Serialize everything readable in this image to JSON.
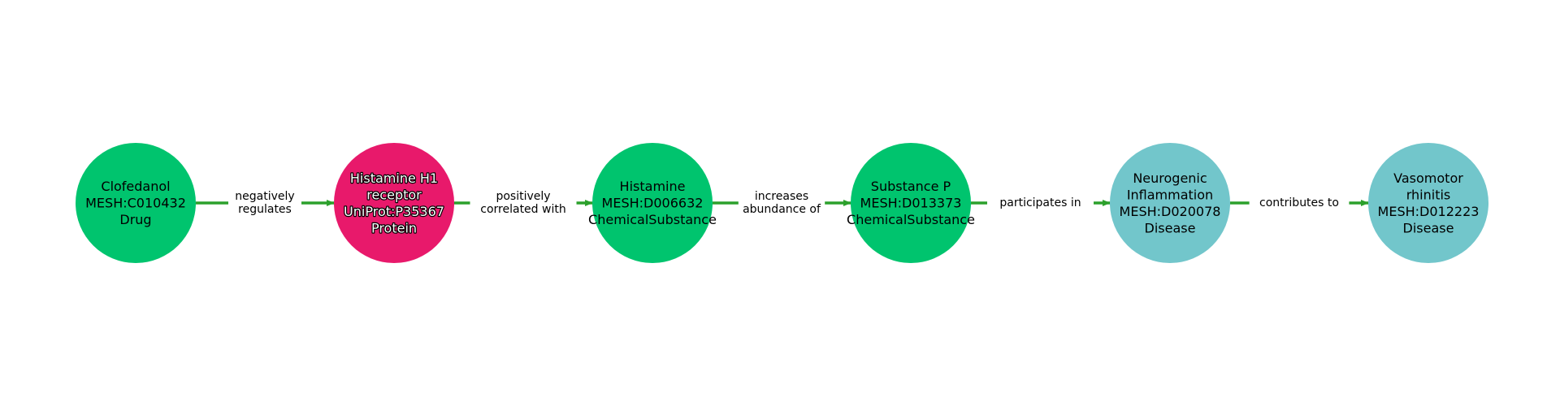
{
  "colors": {
    "drug": "#00c46e",
    "protein": "#e8196b",
    "chemical": "#00c46e",
    "disease": "#72c6cb",
    "edge": "#2ca02c",
    "background": "#ffffff"
  },
  "nodes": [
    {
      "id": "clofedanol",
      "category": "drug",
      "lines": [
        "Clofedanol",
        "MESH:C010432",
        "Drug"
      ],
      "text_style": "dark"
    },
    {
      "id": "h1-receptor",
      "category": "protein",
      "lines": [
        "Histamine H1",
        "receptor",
        "UniProt:P35367",
        "Protein"
      ],
      "text_style": "light"
    },
    {
      "id": "histamine",
      "category": "chemical",
      "lines": [
        "Histamine",
        "MESH:D006632",
        "ChemicalSubstance"
      ],
      "text_style": "dark"
    },
    {
      "id": "substance-p",
      "category": "chemical",
      "lines": [
        "Substance P",
        "MESH:D013373",
        "ChemicalSubstance"
      ],
      "text_style": "dark"
    },
    {
      "id": "neurogenic-inflammation",
      "category": "disease",
      "lines": [
        "Neurogenic",
        "Inflammation",
        "MESH:D020078",
        "Disease"
      ],
      "text_style": "dark"
    },
    {
      "id": "vasomotor-rhinitis",
      "category": "disease",
      "lines": [
        "Vasomotor",
        "rhinitis",
        "MESH:D012223",
        "Disease"
      ],
      "text_style": "dark"
    }
  ],
  "edges": [
    {
      "from": 0,
      "to": 1,
      "label_lines": [
        "negatively",
        "regulates"
      ]
    },
    {
      "from": 1,
      "to": 2,
      "label_lines": [
        "positively",
        "correlated with"
      ]
    },
    {
      "from": 2,
      "to": 3,
      "label_lines": [
        "increases",
        "abundance of"
      ]
    },
    {
      "from": 3,
      "to": 4,
      "label_lines": [
        "participates in"
      ]
    },
    {
      "from": 4,
      "to": 5,
      "label_lines": [
        "contributes to"
      ]
    }
  ]
}
